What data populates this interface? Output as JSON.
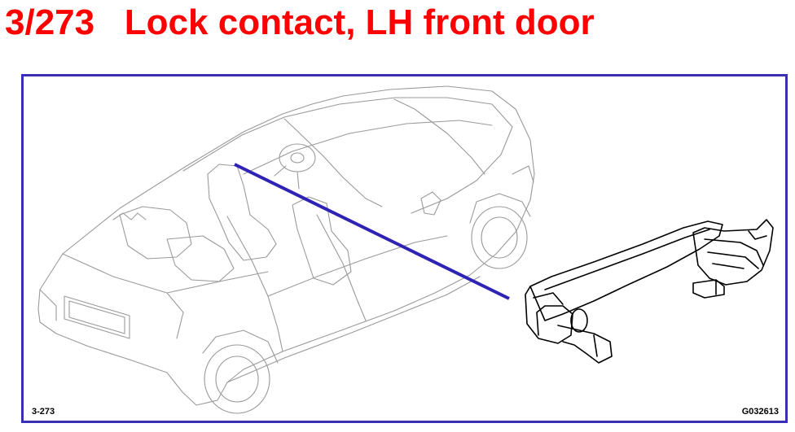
{
  "title": {
    "number": "3/273",
    "text": "Lock contact, LH front door",
    "color": "#ff0000"
  },
  "figure": {
    "frame_color": "#3a2fb4",
    "callout_line_color": "#2f22b5",
    "illustration": "car-phantom-view-with-door-handle-lock-contact",
    "ref_left": "3-273",
    "ref_right": "G032613"
  }
}
